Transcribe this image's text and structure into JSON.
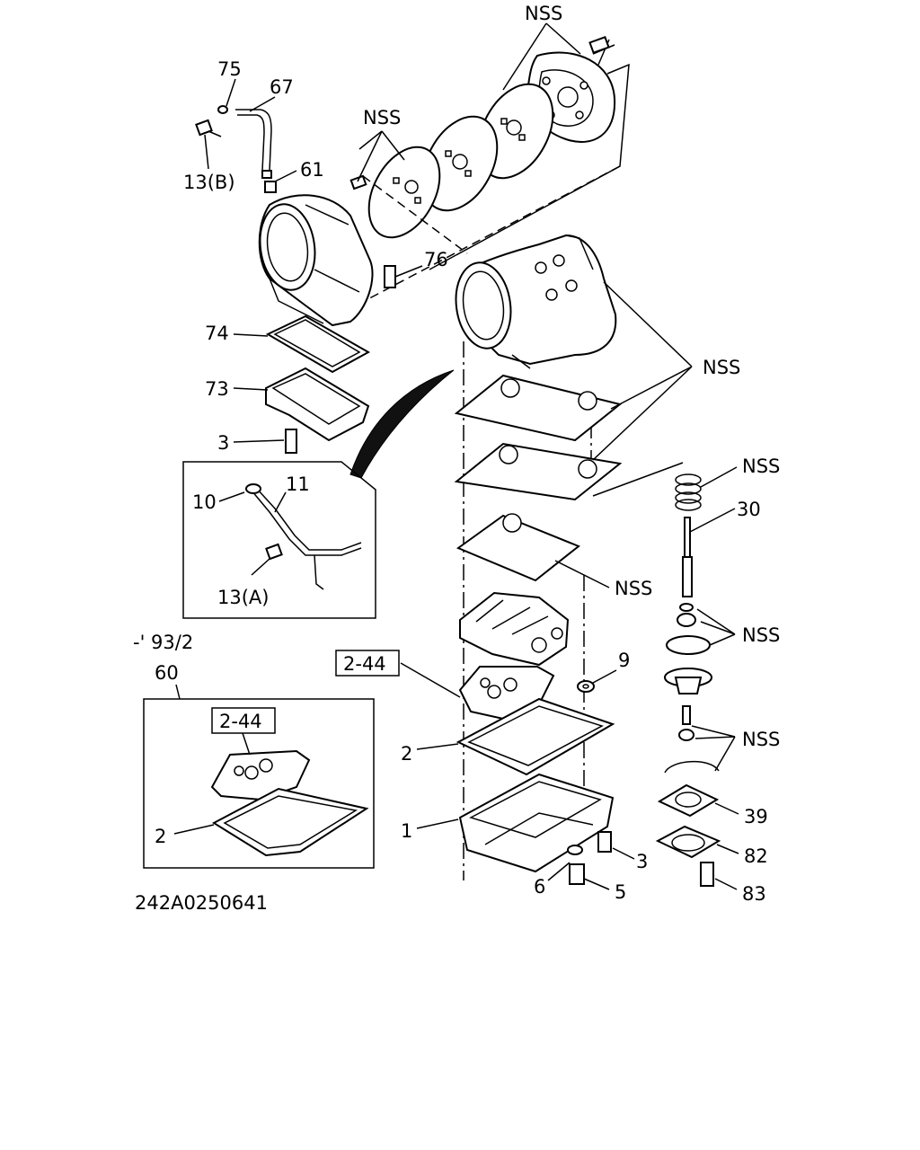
{
  "figure": {
    "code": "242A0250641",
    "date_note": "-' 93/2"
  },
  "labels": {
    "nss_top": "NSS",
    "l75": "75",
    "l67": "67",
    "nss_flex": "NSS",
    "l61": "61",
    "l13b": "13(B)",
    "l76": "76",
    "l74": "74",
    "l73": "73",
    "l3_left": "3",
    "nss_case": "NSS",
    "nss_spring": "NSS",
    "l30": "30",
    "l10": "10",
    "l11": "11",
    "l13a": "13(A)",
    "nss_valve": "NSS",
    "nss_piston1": "NSS",
    "nss_piston2": "NSS",
    "ref_box_main": "2-44",
    "l9": "9",
    "l60": "60",
    "ref_box_inset": "2-44",
    "l2_main": "2",
    "l2_inset": "2",
    "l1": "1",
    "l39": "39",
    "l82": "82",
    "l3_right": "3",
    "l6": "6",
    "l5": "5",
    "l83": "83"
  }
}
